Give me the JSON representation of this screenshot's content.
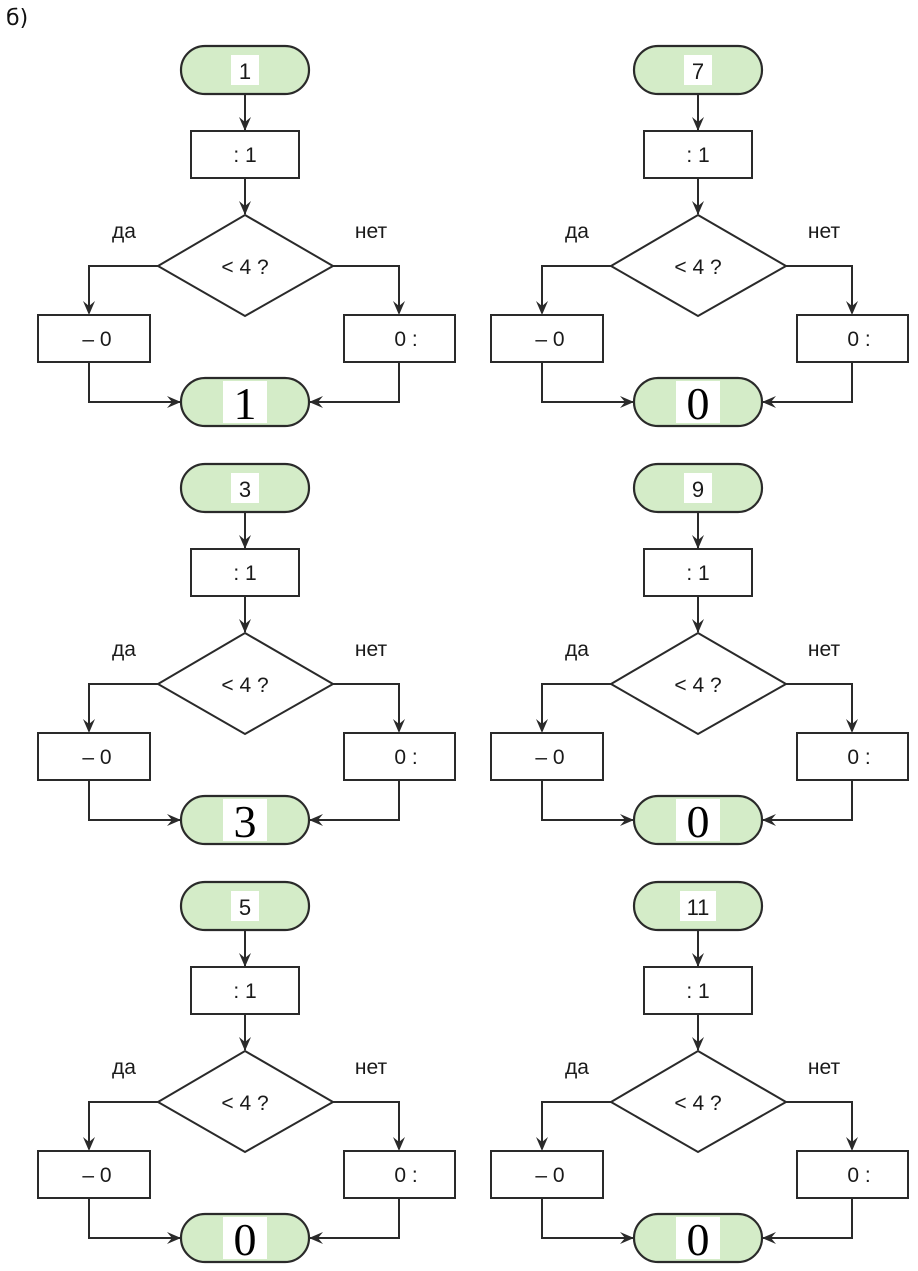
{
  "part_label": "б)",
  "common": {
    "process_label": ": 1",
    "condition_label": "< 4 ?",
    "yes_label": "да",
    "no_label": "нет",
    "yes_action": "– 0",
    "no_action": "0 :"
  },
  "colors": {
    "terminal_fill": "#d4ecc8",
    "stroke": "#2a2a2a",
    "value_box": "#ffffff"
  },
  "flowcharts": [
    {
      "input": "1",
      "output": "1"
    },
    {
      "input": "7",
      "output": "0"
    },
    {
      "input": "3",
      "output": "3"
    },
    {
      "input": "9",
      "output": "0"
    },
    {
      "input": "5",
      "output": "0"
    },
    {
      "input": "11",
      "output": "0"
    }
  ]
}
